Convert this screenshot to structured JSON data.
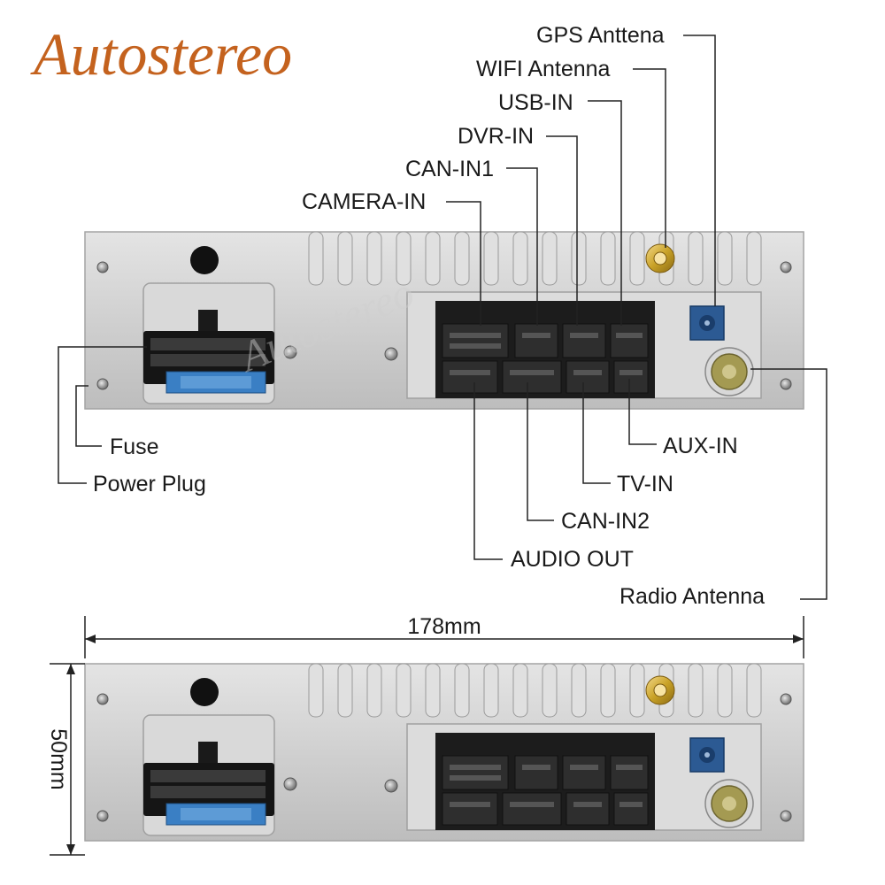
{
  "brand": {
    "name": "Autostereo",
    "color": "#c4621e"
  },
  "labels": {
    "gps_antenna": "GPS Anttena",
    "wifi_antenna": "WIFI Antenna",
    "usb_in": "USB-IN",
    "dvr_in": "DVR-IN",
    "can_in1": "CAN-IN1",
    "camera_in": "CAMERA-IN",
    "fuse": "Fuse",
    "power_plug": "Power Plug",
    "aux_in": "AUX-IN",
    "tv_in": "TV-IN",
    "can_in2": "CAN-IN2",
    "audio_out": "AUDIO OUT",
    "radio_antenna": "Radio Antenna"
  },
  "dimensions": {
    "width": "178mm",
    "height": "50mm"
  },
  "colors": {
    "panel": "#d3d3d3",
    "connector_block": "#1c1c1c",
    "fakra_blue": "#2c5a93",
    "gold": "#c9a227",
    "fuse_blue": "#3a7fc4",
    "radio_khaki": "#a49a52"
  }
}
